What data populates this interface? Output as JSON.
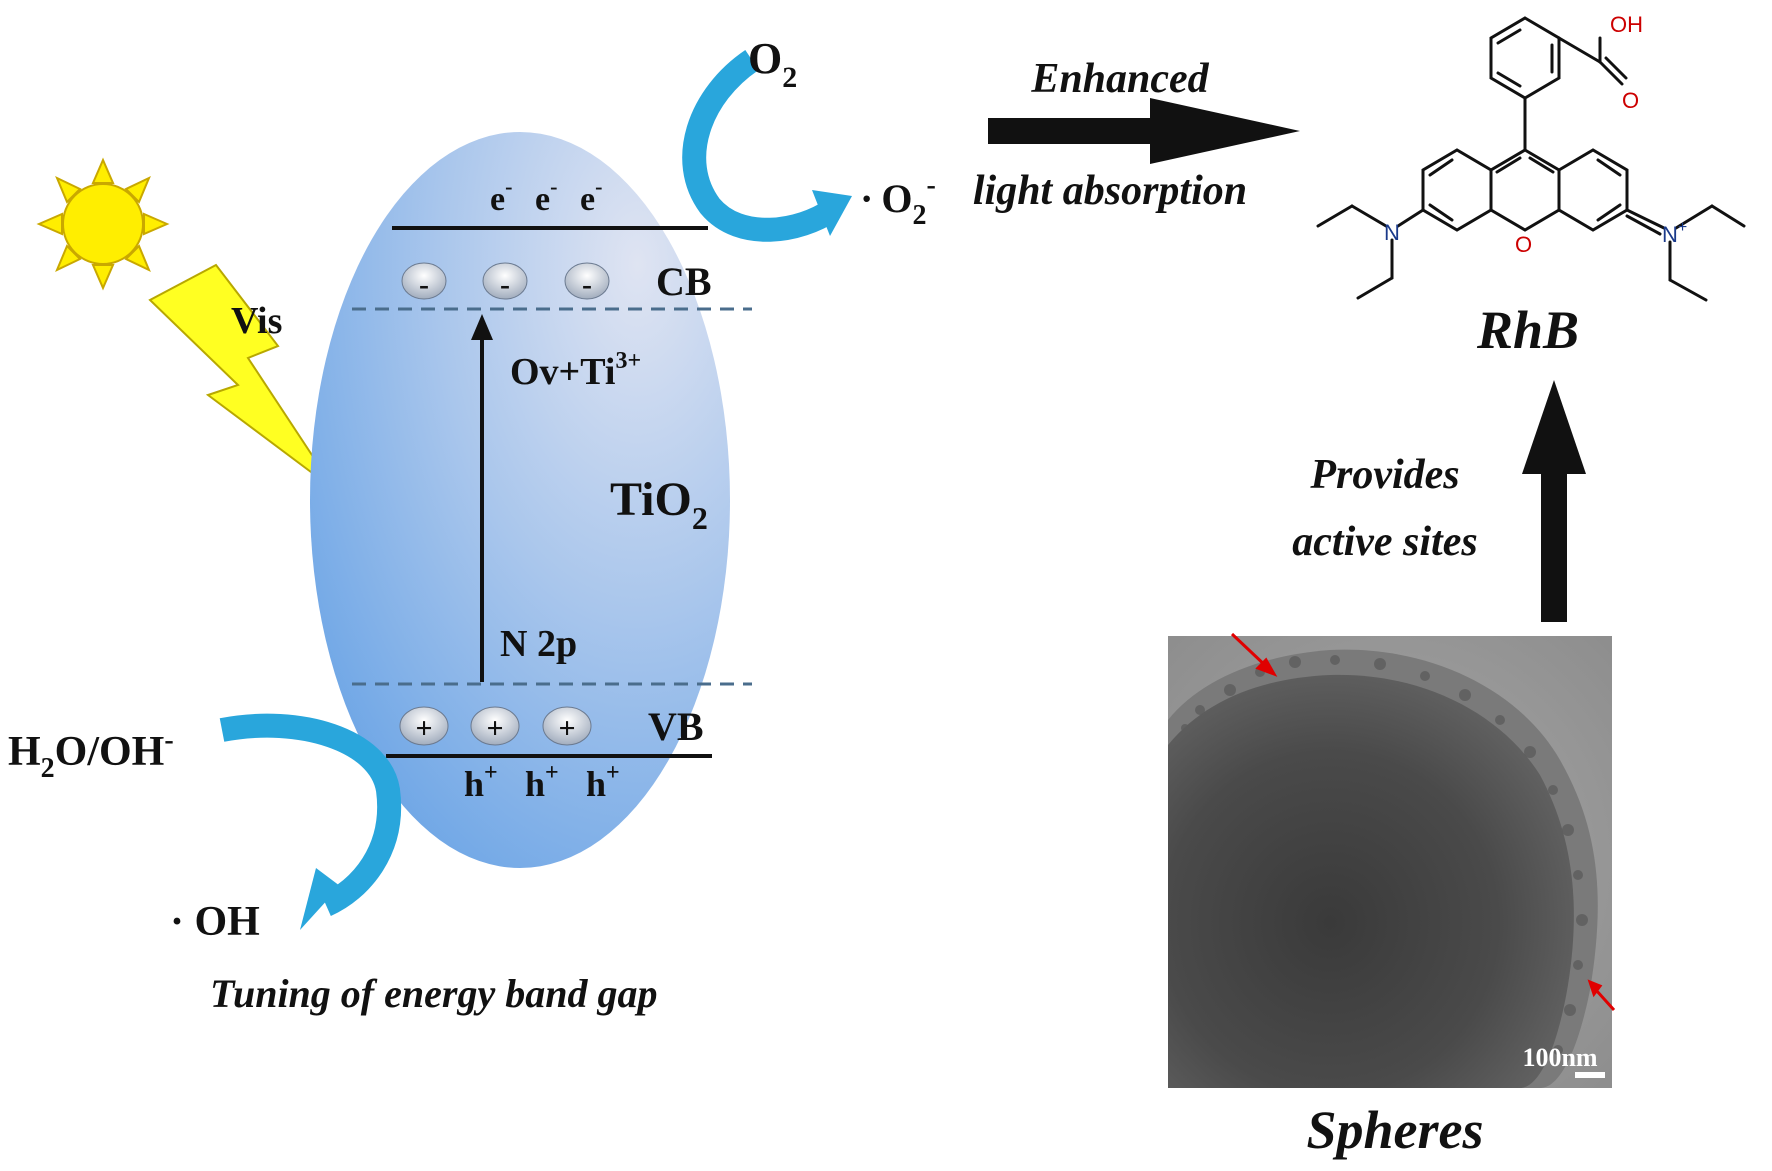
{
  "band_diagram": {
    "sun_light_label": "Vis",
    "material": "TiO",
    "material_sub": "2",
    "conduction_band": "CB",
    "valence_band": "VB",
    "electron_label": "e",
    "electron_sup": "-",
    "hole_label": "h",
    "hole_sup": "+",
    "minus_sign": "-",
    "plus_sign": "+",
    "defect_states": "Ov+Ti",
    "defect_sup": "3+",
    "n2p_label": "N 2p",
    "oxygen_label": "O",
    "oxygen_sub": "2",
    "superoxide_dot": "·",
    "superoxide_label": "O",
    "superoxide_sub": "2",
    "superoxide_sup": "-",
    "water_h": "H",
    "water_sub": "2",
    "water_rest": "O/OH",
    "water_sup": "-",
    "hydroxyl_label": "· OH",
    "caption": "Tuning of energy band gap"
  },
  "top_arrow": {
    "line1": "Enhanced",
    "line2": "light absorption"
  },
  "molecule": {
    "name": "RhB",
    "atom_oh": "OH",
    "atom_o_carbonyl": "O",
    "atom_o_ring": "O",
    "atom_n_left": "N",
    "atom_n_right": "N",
    "atom_n_charge": "+"
  },
  "side_arrow": {
    "line1": "Provides",
    "line2": "active sites"
  },
  "micrograph": {
    "scale_bar": "100nm",
    "caption": "Spheres"
  },
  "colors": {
    "band_gradient_top": "#cfdcee",
    "band_gradient_bottom": "#6fa7e8",
    "reaction_arrow": "#29a6dc",
    "sun": "#ffee00",
    "lightning": "#ffff22",
    "molecule_bond": "#111111",
    "oxygen_atom": "#cc0000",
    "nitrogen_atom": "#1a3a8a"
  }
}
